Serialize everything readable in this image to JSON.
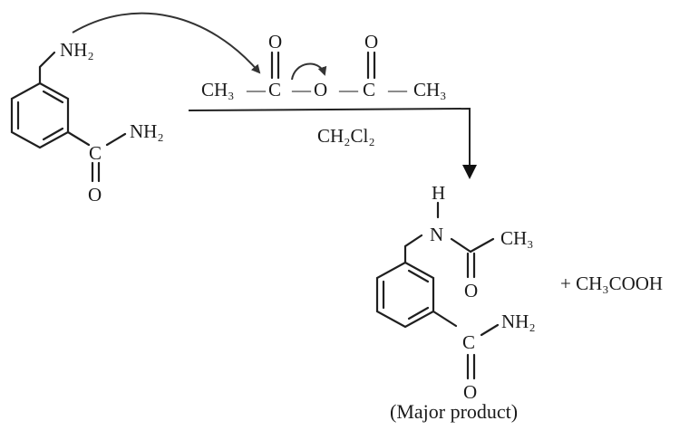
{
  "reactant": {
    "amine_label": "NH₂",
    "amide_carbon": "C",
    "amide_nh2": "NH₂",
    "amide_oxygen": "O"
  },
  "reagent": {
    "left_methyl": "CH₃",
    "carbonyl_carbon_1": "C",
    "carbonyl_oxygen_1": "O",
    "bridge_oxygen": "O",
    "carbonyl_carbon_2": "C",
    "carbonyl_oxygen_2": "O",
    "right_methyl": "CH₃",
    "dash": "—",
    "solvent": "CH₂Cl₂"
  },
  "product": {
    "h_label": "H",
    "n_label": "N",
    "acetyl_methyl": "CH₃",
    "acetyl_oxygen": "O",
    "amide_carbon": "C",
    "amide_nh2": "NH₂",
    "amide_oxygen": "O",
    "caption": "(Major product)"
  },
  "byproduct": "+ CH₃COOH"
}
